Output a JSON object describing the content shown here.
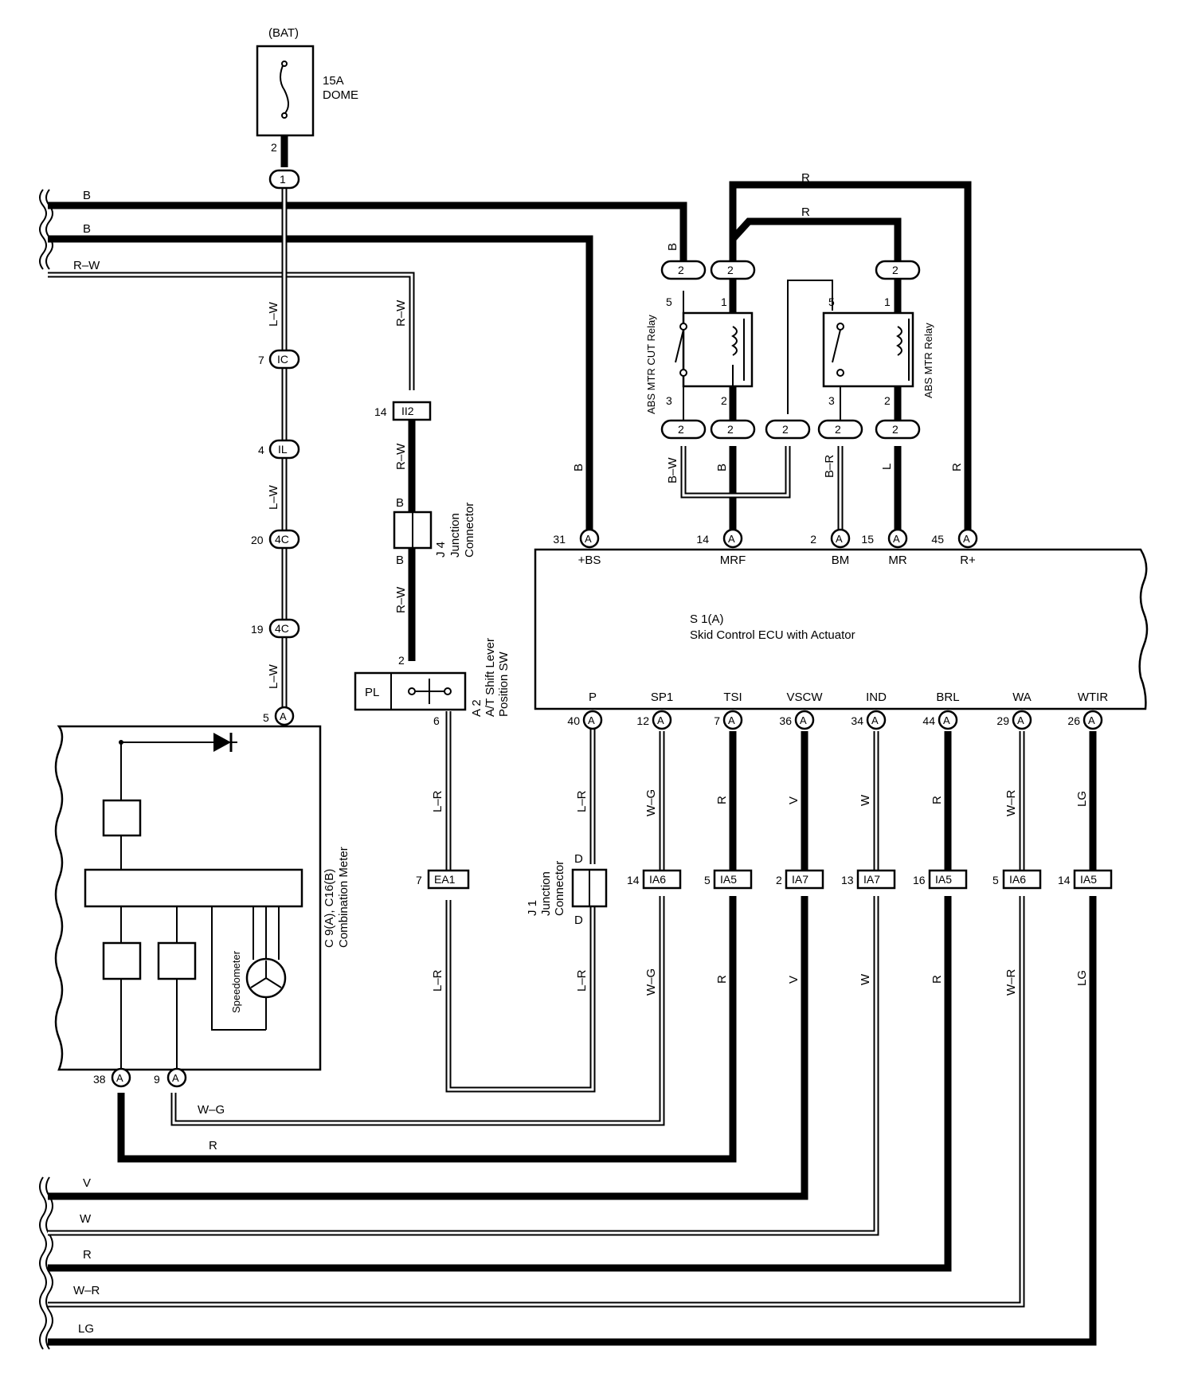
{
  "fuse": {
    "source": "(BAT)",
    "rating": "15A",
    "name": "DOME",
    "pin": "2"
  },
  "wires": {
    "b": "B",
    "rw": "R–W",
    "lw": "L–W",
    "lr": "L–R",
    "wg": "W–G",
    "r": "R",
    "v": "V",
    "w": "W",
    "br": "B–R",
    "bw": "B–W",
    "l": "L",
    "wr": "W–R",
    "lg": "LG"
  },
  "connectors": {
    "c1": "1",
    "ic": "IC",
    "il": "IL",
    "c4c": "4C",
    "ii2": "II2",
    "ea1": "EA1",
    "ia5": "IA5",
    "ia6": "IA6",
    "ia7": "IA7",
    "a": "A",
    "two": "2",
    "pins": {
      "p7": "7",
      "p4": "4",
      "p20": "20",
      "p19": "19",
      "p5": "5",
      "p14": "14",
      "p2": "2",
      "p6": "6",
      "p38": "38",
      "p9": "9",
      "p13": "13",
      "p16": "16",
      "p1": "1",
      "p3": "3"
    }
  },
  "junctions": {
    "j4": {
      "id": "J 4",
      "name": "Junction",
      "name2": "Connector",
      "pin": "B"
    },
    "j1": {
      "id": "J 1",
      "name": "Junction",
      "name2": "Connector",
      "pin": "D"
    }
  },
  "shift_switch": {
    "id": "A 2",
    "line1": "A/T Shift Lever",
    "line2": "Position SW",
    "pl": "PL"
  },
  "meter": {
    "id": "C 9(A), C16(B)",
    "name": "Combination Meter",
    "speedo": "Speedometer"
  },
  "ecu": {
    "id": "S 1(A)",
    "name": "Skid Control ECU with Actuator",
    "top": [
      {
        "pin": "31",
        "label": "+BS"
      },
      {
        "pin": "14",
        "label": "MRF"
      },
      {
        "pin": "2",
        "label": "BM"
      },
      {
        "pin": "15",
        "label": "MR"
      },
      {
        "pin": "45",
        "label": "R+"
      }
    ],
    "bottom": [
      {
        "pin": "40",
        "label": "P"
      },
      {
        "pin": "12",
        "label": "SP1"
      },
      {
        "pin": "7",
        "label": "TSI"
      },
      {
        "pin": "36",
        "label": "VSCW"
      },
      {
        "pin": "34",
        "label": "IND"
      },
      {
        "pin": "44",
        "label": "BRL"
      },
      {
        "pin": "29",
        "label": "WA"
      },
      {
        "pin": "26",
        "label": "WTIR"
      }
    ]
  },
  "relays": {
    "cut": {
      "name": "ABS MTR CUT Relay",
      "p5": "5",
      "p1": "1",
      "p3": "3",
      "p2": "2"
    },
    "mtr": {
      "name": "ABS MTR Relay",
      "p5": "5",
      "p1": "1",
      "p3": "3",
      "p2": "2"
    }
  }
}
